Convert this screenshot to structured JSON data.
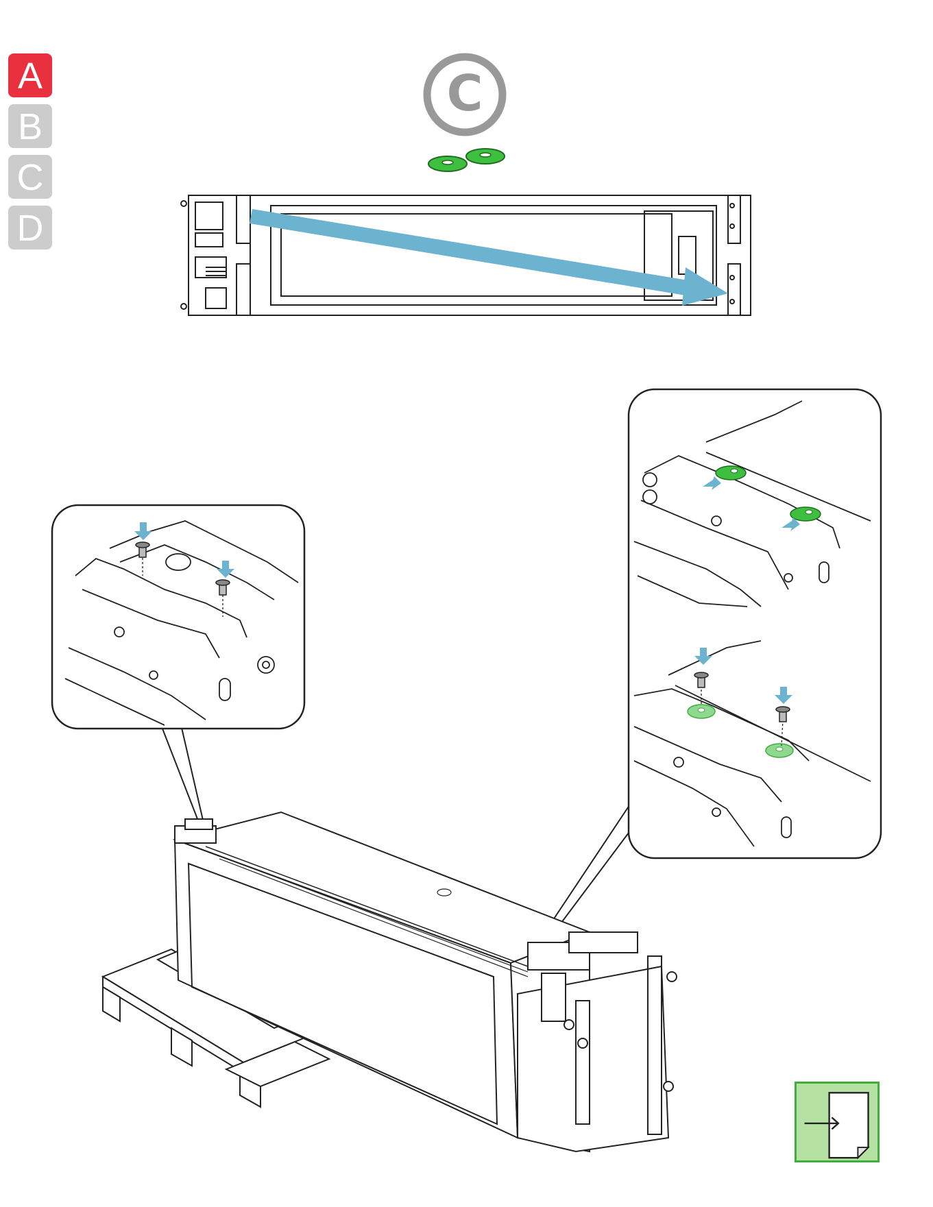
{
  "step_tabs": [
    {
      "label": "A",
      "state": "active"
    },
    {
      "label": "B",
      "state": "inactive"
    },
    {
      "label": "C",
      "state": "inactive"
    },
    {
      "label": "D",
      "state": "inactive"
    }
  ],
  "hardware_symbol": "C",
  "colors": {
    "active_tab": "#e8303f",
    "inactive_tab": "#cccccc",
    "washer_green": "#3fbf3f",
    "arrow_blue": "#6cb3d0",
    "next_page_fill": "#b5e2a3",
    "next_page_border": "#3fae3f"
  },
  "icons": {
    "copyright": "copyright-icon",
    "washer": "washer-icon",
    "direction_arrow": "blue-arrow-icon",
    "screw": "screw-icon",
    "next_page": "next-page-icon"
  }
}
